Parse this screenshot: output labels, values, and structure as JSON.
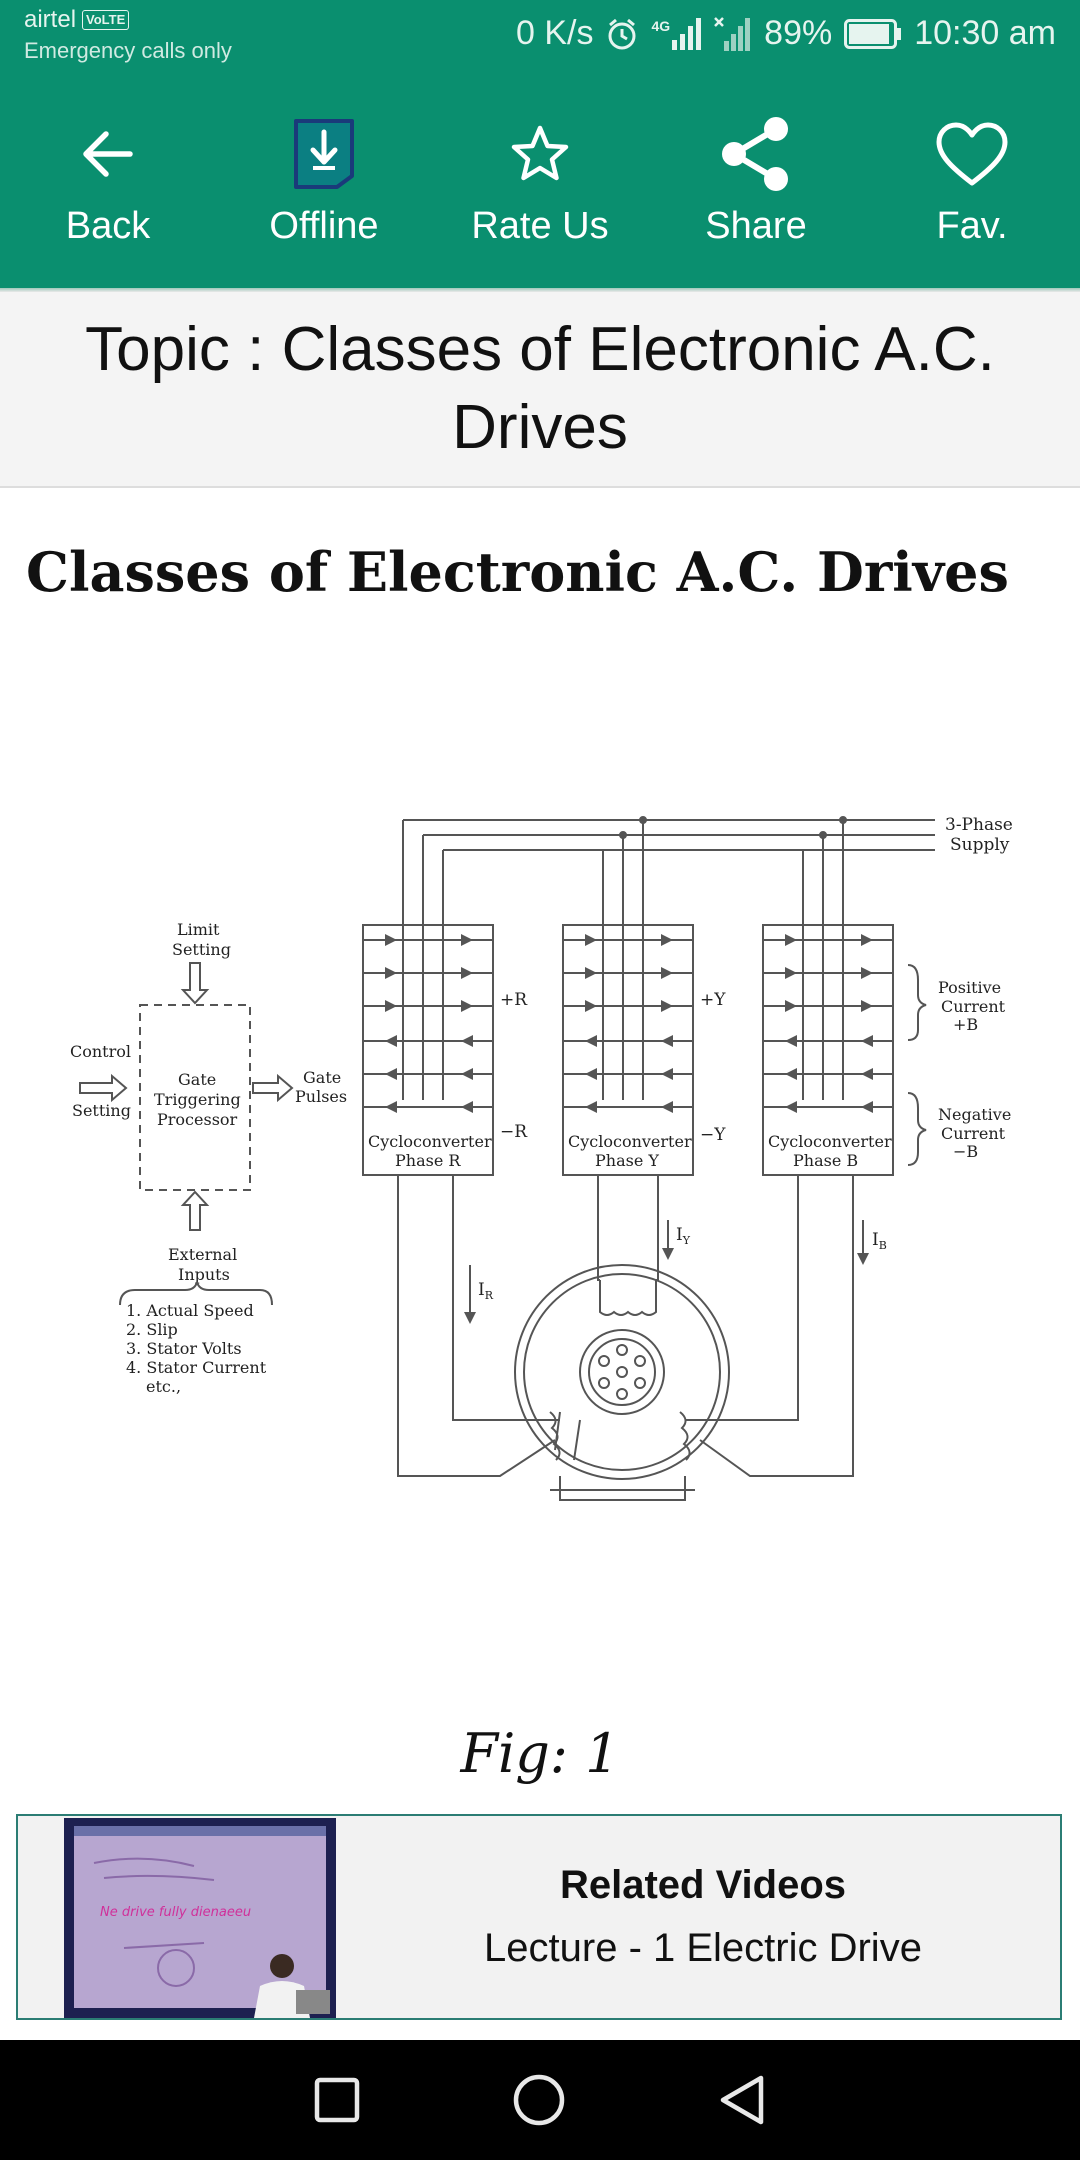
{
  "status_bar": {
    "carrier": "airtel",
    "volte": "VoLTE",
    "emergency": "Emergency calls only",
    "speed": "0 K/s",
    "network": "4G",
    "battery": "89%",
    "time": "10:30 am"
  },
  "toolbar": {
    "back": "Back",
    "offline": "Offline",
    "rate": "Rate Us",
    "share": "Share",
    "fav": "Fav."
  },
  "topic": {
    "title": "Topic : Classes of Electronic A.C. Drives"
  },
  "content": {
    "heading": "Classes of Electronic A.C. Drives",
    "caption": "Fig: 1"
  },
  "diagram": {
    "supply": [
      "3-Phase",
      "Supply"
    ],
    "limit": [
      "Limit",
      "Setting"
    ],
    "control": [
      "Control",
      "Setting"
    ],
    "gate_proc": [
      "Gate",
      "Triggering",
      "Processor"
    ],
    "gate_pulses": [
      "Gate",
      "Pulses"
    ],
    "external": [
      "External",
      "Inputs"
    ],
    "inputs": [
      "1. Actual Speed",
      "2. Slip",
      "3. Stator Volts",
      "4. Stator Current",
      "etc.,"
    ],
    "pos_current": [
      "Positive",
      "Current",
      "+B"
    ],
    "neg_current": [
      "Negative",
      "Current",
      "−B"
    ],
    "phase_r": [
      "Cycloconverter",
      "Phase  R"
    ],
    "phase_y": [
      "Cycloconverter",
      "Phase  Y"
    ],
    "phase_b": [
      "Cycloconverter",
      "Phase  B"
    ],
    "plus_r": "+R",
    "minus_r": "−R",
    "plus_y": "+Y",
    "minus_y": "−Y",
    "i_r": "I",
    "i_r_sub": "R",
    "i_y": "I",
    "i_y_sub": "Y",
    "i_b": "I",
    "i_b_sub": "B"
  },
  "related": {
    "title": "Related Videos",
    "subtitle": "Lecture - 1 Electric Drive",
    "thumb_text": "Ne drive fully dienaeeu"
  },
  "colors": {
    "accent": "#0a8f6f",
    "card_border": "#2b7d74"
  }
}
